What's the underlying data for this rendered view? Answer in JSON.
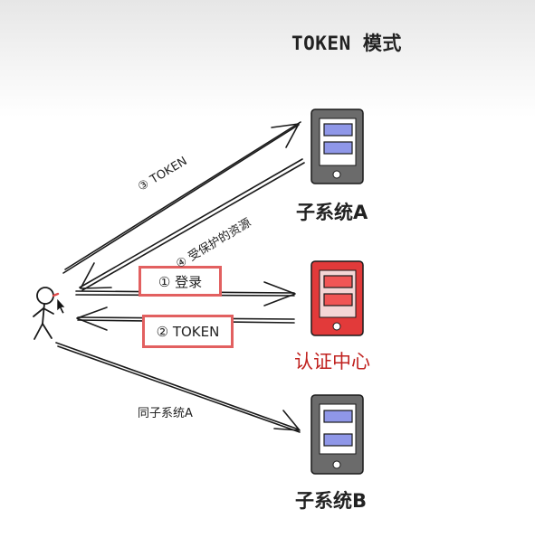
{
  "diagram": {
    "title": "TOKEN 模式",
    "nodes": {
      "subsystem_a": "子系统A",
      "auth_center": "认证中心",
      "subsystem_b": "子系统B"
    },
    "edges": {
      "login": "① 登录",
      "token_return": "② TOKEN",
      "token_send": "③ TOKEN",
      "protected_resource": "④ 受保护的资源",
      "same_as_a": "同子系统A"
    },
    "colors": {
      "device_gray": "#6b6b6b",
      "device_red": "#e23a3a",
      "screen_blue": "#8f97e8",
      "screen_red": "#f05555",
      "label_red": "#c0221f",
      "box_border": "#e26060"
    }
  }
}
